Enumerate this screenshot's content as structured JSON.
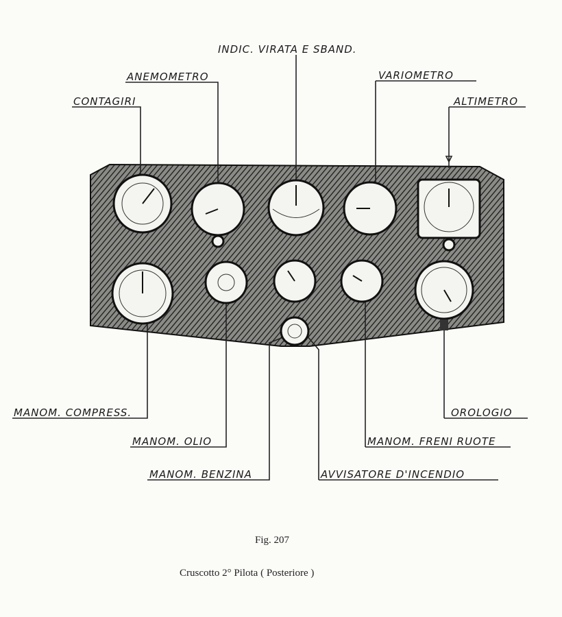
{
  "labels": {
    "indicator": "INDIC. VIRATA E SBAND.",
    "anemometer": "ANEMOMETRO",
    "variometer": "VARIOMETRO",
    "tachometer": "CONTAGIRI",
    "altimeter": "ALTIMETRO",
    "compressor_gauge": "MANOM. COMPRESS.",
    "oil_gauge": "MANOM. OLIO",
    "fuel_gauge": "MANOM. BENZINA",
    "fire_alarm": "AVVISATORE D'INCENDIO",
    "brake_gauge": "MANOM. FRENI RUOTE",
    "clock": "OROLOGIO"
  },
  "figure_number": "Fig. 207",
  "caption": "Cruscotto 2° Pilota ( Posteriore )"
}
